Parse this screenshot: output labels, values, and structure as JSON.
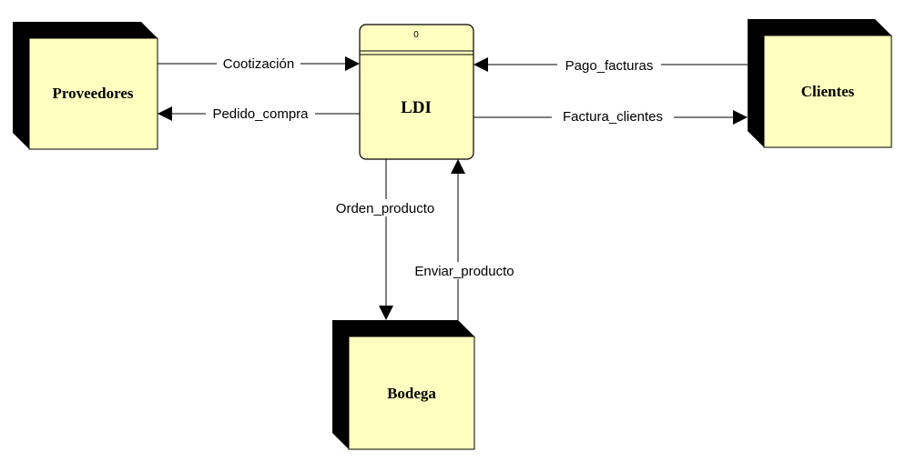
{
  "process": {
    "id": "0",
    "name": "LDI"
  },
  "entities": {
    "proveedores": "Proveedores",
    "clientes": "Clientes",
    "bodega": "Bodega"
  },
  "flows": {
    "cotizacion": "Cootización",
    "pedido_compra": "Pedido_compra",
    "pago_facturas": "Pago_facturas",
    "factura_clientes": "Factura_clientes",
    "orden_producto": "Orden_producto",
    "enviar_producto": "Enviar_producto"
  },
  "colors": {
    "entity_fill": "#ffffc0",
    "entity_shadow": "#000000",
    "process_fill": "#ffffc0",
    "line": "#000000"
  }
}
